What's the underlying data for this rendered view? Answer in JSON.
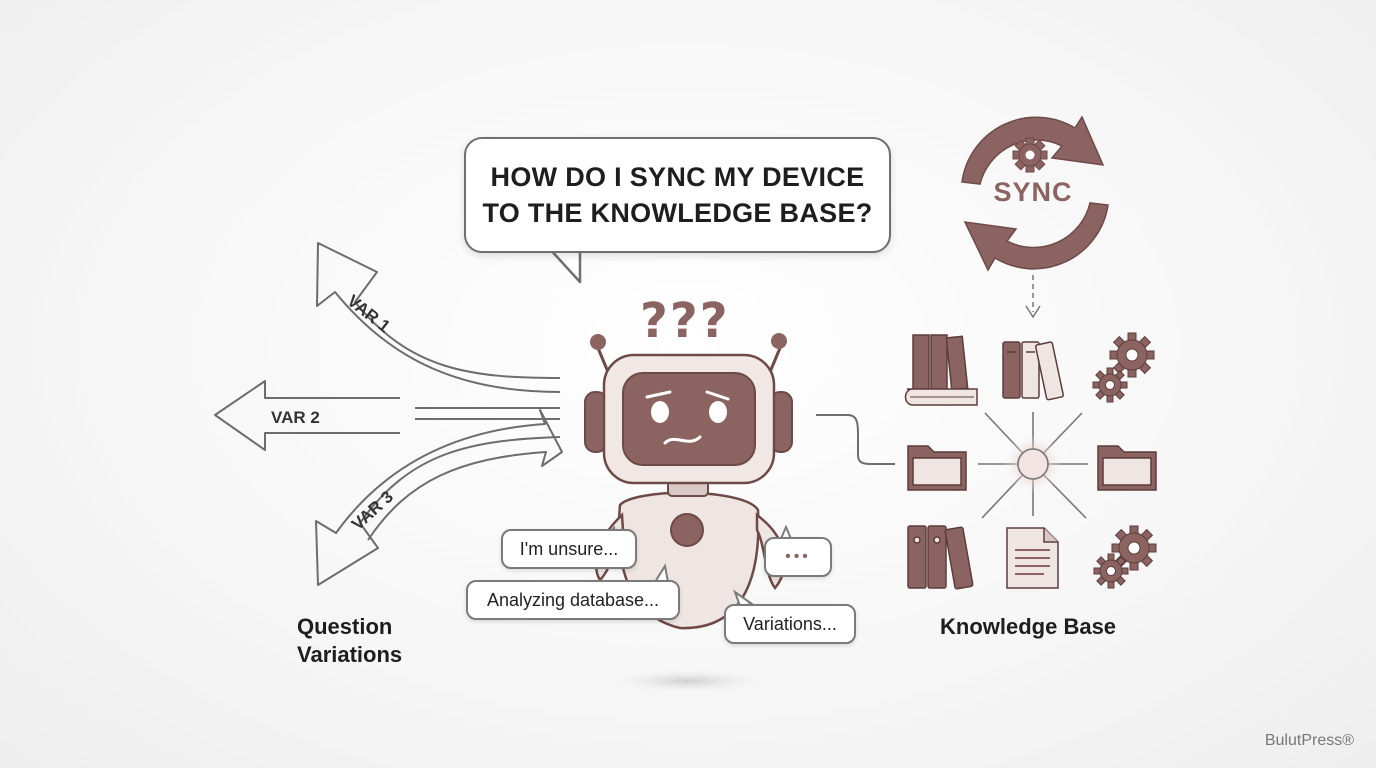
{
  "question": {
    "line1": "HOW DO I SYNC MY DEVICE",
    "line2": "TO THE KNOWLEDGE BASE?"
  },
  "robot": {
    "thinking_marks": "???"
  },
  "variations": {
    "title_line1": "Question",
    "title_line2": "Variations",
    "arrows": [
      "VAR 1",
      "VAR 2",
      "VAR 3"
    ]
  },
  "thought_bubbles": {
    "unsure": "I'm unsure...",
    "analyzing": "Analyzing database...",
    "variations": "Variations...",
    "ellipsis": "•••"
  },
  "sync": {
    "label": "SYNC"
  },
  "knowledge_base": {
    "title": "Knowledge Base",
    "icons": [
      "books-icon",
      "binders-icon",
      "gears-icon",
      "folder-icon",
      "folder-icon",
      "binders-icon",
      "document-icon",
      "gears-icon"
    ]
  },
  "footer": {
    "watermark": "BulutPress®"
  },
  "colors": {
    "accent": "#8b6461",
    "accent_dark": "#6e4a47",
    "outline": "#777777",
    "robot_body": "#efe5e3"
  }
}
